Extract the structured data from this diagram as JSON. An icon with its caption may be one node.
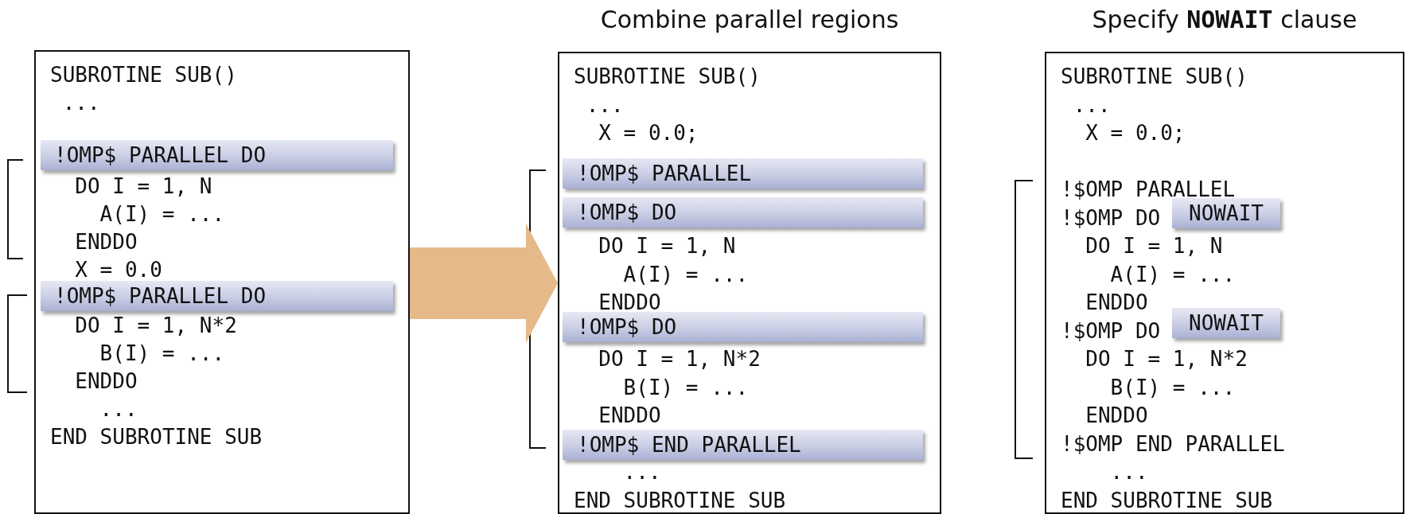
{
  "diagram": {
    "nodes": [
      {
        "text": [
          "SUBROTINE SUB()",
          "...",
          "DO I = 1, N",
          "A(I) = ...",
          "ENDDO",
          "X = 0.0",
          "DO I = 1, N*2",
          "B(I) = ...",
          "ENDDO",
          "...",
          "END SUBROTINE SUB"
        ]
      },
      {
        "text": [
          "!OMP$ PARALLEL DO"
        ],
        "in": 0
      },
      {
        "text": [
          "!OMP$ PARALLEL DO"
        ],
        "in": 0
      },
      {
        "text": [
          "Combine parallel regions",
          "SUBROTINE SUB()",
          "...",
          "X = 0.0;",
          "DO I = 1, N",
          "A(I) = ...",
          "ENDDO",
          "DO I = 1, N*2",
          "B(I) = ...",
          "ENDDO",
          "...",
          "END SUBROTINE SUB"
        ]
      },
      {
        "text": [
          "!OMP$ PARALLEL"
        ],
        "in": 3
      },
      {
        "text": [
          "!OMP$ DO"
        ],
        "in": 3
      },
      {
        "text": [
          "!OMP$ DO"
        ],
        "in": 3
      },
      {
        "text": [
          "!OMP$ END PARALLEL"
        ],
        "in": 3
      },
      {
        "text": [
          "Specify **NOWAIT** clause",
          "SUBROTINE SUB()",
          "...",
          "X = 0.0;",
          "!$OMP PARALLEL",
          "!$OMP DO",
          "DO I = 1, N",
          "A(I) = ...",
          "ENDDO",
          "!$OMP DO",
          "DO I = 1, N*2",
          "B(I) = ...",
          "ENDDO",
          "!$OMP END PARALLEL",
          "...",
          "END SUBROTINE SUB"
        ]
      },
      {
        "text": [
          "NOWAIT"
        ],
        "in": 8
      },
      {
        "text": [
          "NOWAIT"
        ],
        "in": 8
      }
    ],
    "edges": [
      {
        "from": 0,
        "to": 3,
        "arrow": "to"
      }
    ]
  }
}
